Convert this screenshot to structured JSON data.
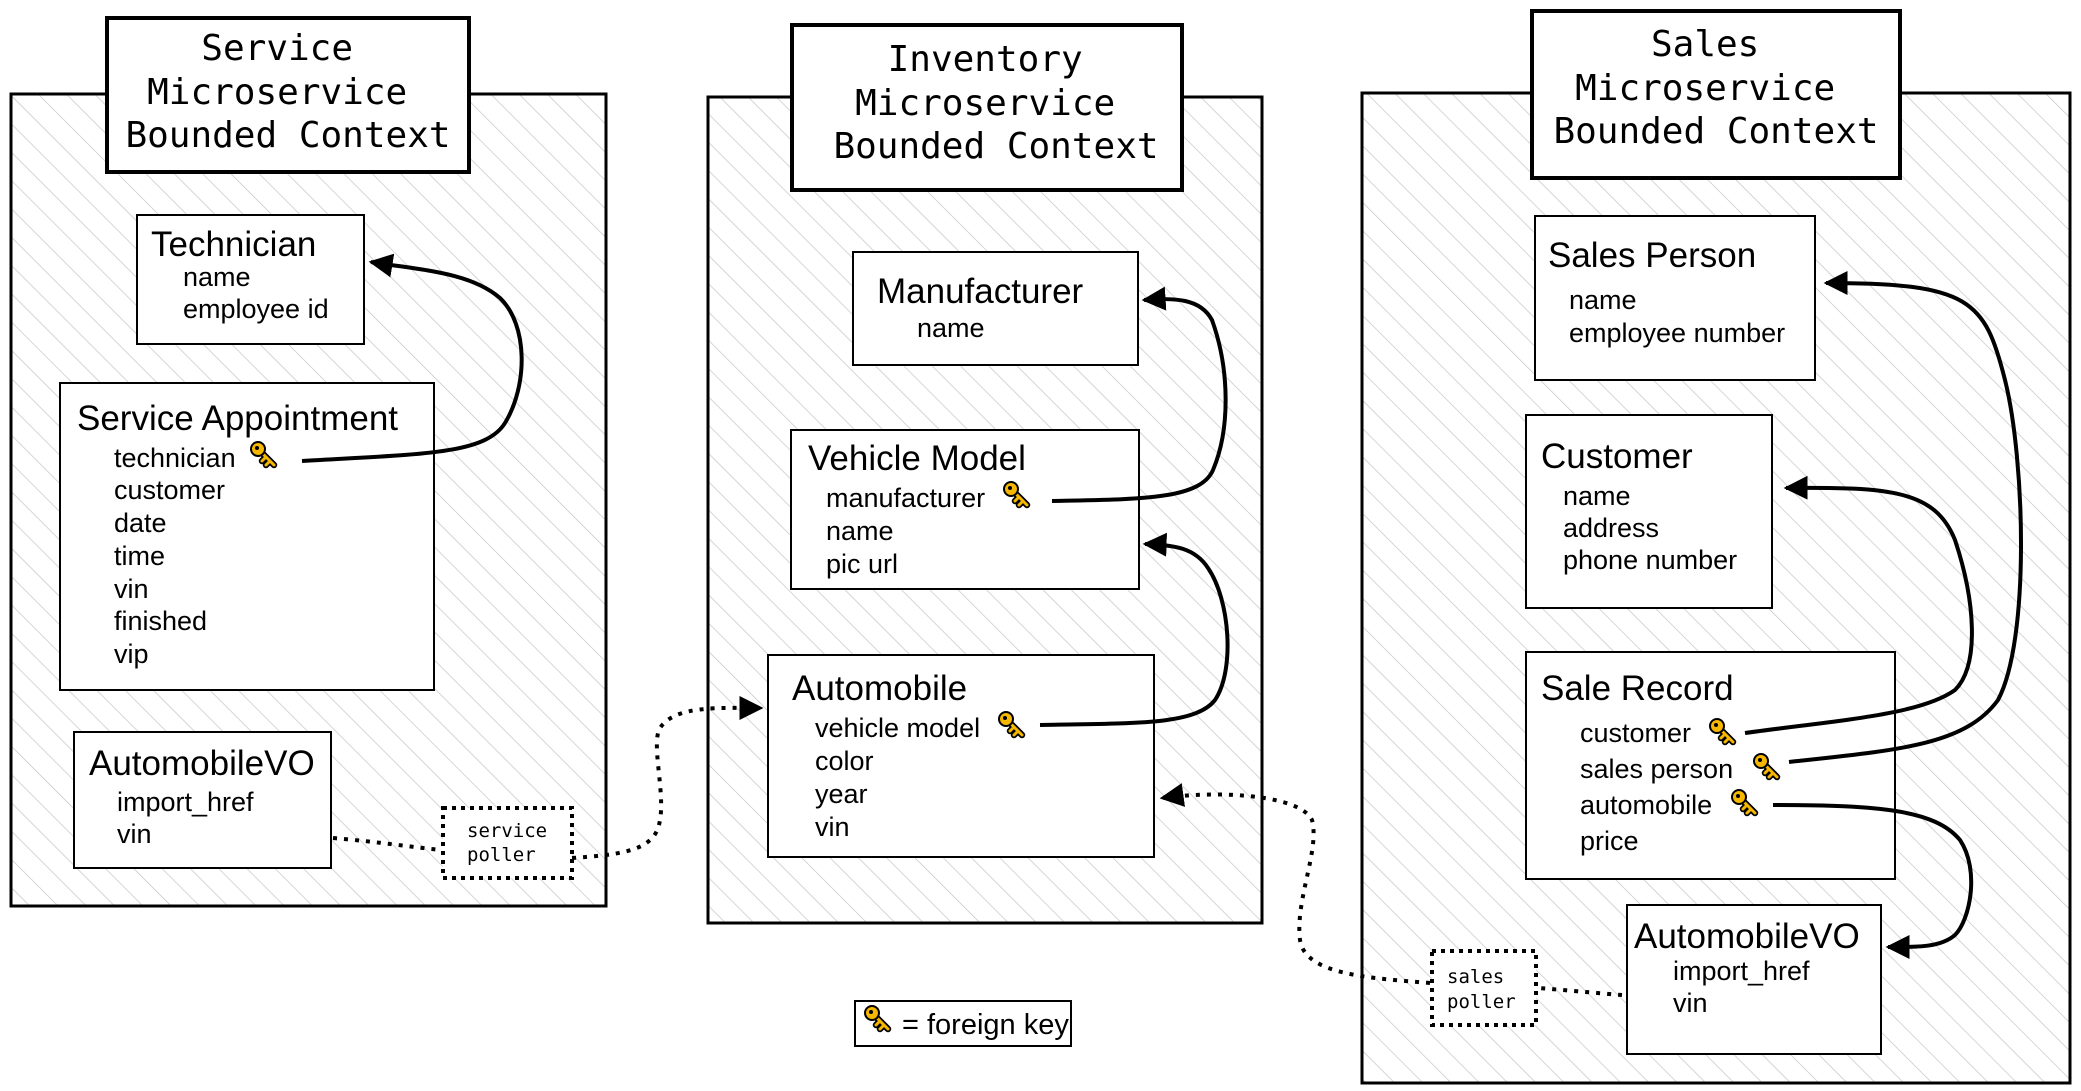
{
  "legend": {
    "label": "= foreign key"
  },
  "contexts": [
    {
      "title_lines": [
        "Service",
        "Microservice",
        "Bounded Context"
      ],
      "entities": [
        {
          "title": "Technician",
          "fields": [
            "name",
            "employee id"
          ]
        },
        {
          "title": "Service Appointment",
          "fields": [
            "technician",
            "customer",
            "date",
            "time",
            "vin",
            "finished",
            "vip"
          ]
        },
        {
          "title": "AutomobileVO",
          "fields": [
            "import_href",
            "vin"
          ]
        }
      ],
      "poller_lines": [
        "service",
        "poller"
      ]
    },
    {
      "title_lines": [
        "Inventory",
        "Microservice",
        "Bounded Context"
      ],
      "entities": [
        {
          "title": "Manufacturer",
          "fields": [
            "name"
          ]
        },
        {
          "title": "Vehicle Model",
          "fields": [
            "manufacturer",
            "name",
            "pic url"
          ]
        },
        {
          "title": "Automobile",
          "fields": [
            "vehicle model",
            "color",
            "year",
            "vin"
          ]
        }
      ]
    },
    {
      "title_lines": [
        "Sales",
        "Microservice",
        "Bounded Context"
      ],
      "entities": [
        {
          "title": "Sales Person",
          "fields": [
            "name",
            "employee number"
          ]
        },
        {
          "title": "Customer",
          "fields": [
            "name",
            "address",
            "phone number"
          ]
        },
        {
          "title": "Sale Record",
          "fields": [
            "customer",
            "sales person",
            "automobile",
            "price"
          ]
        },
        {
          "title": "AutomobileVO",
          "fields": [
            "import_href",
            "vin"
          ]
        }
      ],
      "poller_lines": [
        "sales",
        "poller"
      ]
    }
  ],
  "key_icon": "key-icon",
  "colors": {
    "key": "#f5b700",
    "line": "#000000",
    "hatch": "#c8c8c8"
  }
}
